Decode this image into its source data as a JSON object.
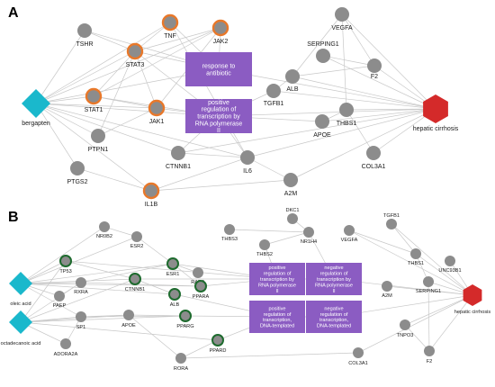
{
  "panels": [
    {
      "id": "A",
      "label": "A",
      "nodes": [
        {
          "id": "bergapten",
          "label": "bergapten",
          "type": "compound"
        },
        {
          "id": "hepatic_cirrhosis",
          "label": "hepatic cirrhosis",
          "type": "disease"
        },
        {
          "id": "TSHR",
          "label": "TSHR",
          "type": "gene"
        },
        {
          "id": "TNF",
          "label": "TNF",
          "type": "hub"
        },
        {
          "id": "JAK2",
          "label": "JAK2",
          "type": "hub"
        },
        {
          "id": "VEGFA",
          "label": "VEGFA",
          "type": "gene"
        },
        {
          "id": "STAT3",
          "label": "STAT3",
          "type": "hub"
        },
        {
          "id": "SERPING1",
          "label": "SERPING1",
          "type": "gene"
        },
        {
          "id": "F2",
          "label": "F2",
          "type": "gene"
        },
        {
          "id": "ALB",
          "label": "ALB",
          "type": "gene"
        },
        {
          "id": "STAT1",
          "label": "STAT1",
          "type": "hub"
        },
        {
          "id": "JAK1",
          "label": "JAK1",
          "type": "hub"
        },
        {
          "id": "TGFB1",
          "label": "TGFB1",
          "type": "gene"
        },
        {
          "id": "THBS1",
          "label": "THBS1",
          "type": "gene"
        },
        {
          "id": "APOE",
          "label": "APOE",
          "type": "gene"
        },
        {
          "id": "PTPN1",
          "label": "PTPN1",
          "type": "gene"
        },
        {
          "id": "CTNNB1",
          "label": "CTNNB1",
          "type": "gene"
        },
        {
          "id": "IL6",
          "label": "IL6",
          "type": "gene"
        },
        {
          "id": "COL3A1",
          "label": "COL3A1",
          "type": "gene"
        },
        {
          "id": "PTGS2",
          "label": "PTGS2",
          "type": "gene"
        },
        {
          "id": "IL1B",
          "label": "IL1B",
          "type": "hub"
        },
        {
          "id": "A2M",
          "label": "A2M",
          "type": "gene"
        }
      ],
      "terms": [
        {
          "id": "A_t1",
          "lines": [
            "response to",
            "antibiotic"
          ]
        },
        {
          "id": "A_t2",
          "lines": [
            "positive",
            "regulation of",
            "transcription by",
            "RNA polymerase",
            "II"
          ]
        }
      ]
    },
    {
      "id": "B",
      "label": "B",
      "nodes": [
        {
          "id": "oleic_acid",
          "label": "oleic acid",
          "type": "compound"
        },
        {
          "id": "octadecanoic_acid",
          "label": "octadecanoic acid",
          "type": "compound"
        },
        {
          "id": "hepatic_cirrhosis_b",
          "label": "hepatic cirrhosis",
          "type": "disease"
        },
        {
          "id": "NR0B2",
          "label": "NR0B2",
          "type": "gene"
        },
        {
          "id": "ESR2",
          "label": "ESR2",
          "type": "gene"
        },
        {
          "id": "THBS3",
          "label": "THBS3",
          "type": "gene"
        },
        {
          "id": "DKC1",
          "label": "DKC1",
          "type": "gene"
        },
        {
          "id": "THBS2",
          "label": "THBS2",
          "type": "gene"
        },
        {
          "id": "NR1H4",
          "label": "NR1H4",
          "type": "gene"
        },
        {
          "id": "VEGFA_b",
          "label": "VEGFA",
          "type": "gene"
        },
        {
          "id": "TGFB1_b",
          "label": "TGFB1",
          "type": "gene"
        },
        {
          "id": "TP53",
          "label": "TP53",
          "type": "hub"
        },
        {
          "id": "ESR1",
          "label": "ESR1",
          "type": "hub"
        },
        {
          "id": "RARA",
          "label": "RARA",
          "type": "gene"
        },
        {
          "id": "THBS1_b",
          "label": "THBS1",
          "type": "gene"
        },
        {
          "id": "UNC93B1",
          "label": "UNC93B1",
          "type": "gene"
        },
        {
          "id": "RXRA",
          "label": "RXRA",
          "type": "gene"
        },
        {
          "id": "CTNNB1_b",
          "label": "CTNNB1",
          "type": "hub"
        },
        {
          "id": "PPARA",
          "label": "PPARA",
          "type": "hub"
        },
        {
          "id": "PAEP",
          "label": "PAEP",
          "type": "gene"
        },
        {
          "id": "ALB_b",
          "label": "ALB",
          "type": "hub"
        },
        {
          "id": "A2M_b",
          "label": "A2M",
          "type": "gene"
        },
        {
          "id": "SERPING1_b",
          "label": "SERPING1",
          "type": "gene"
        },
        {
          "id": "SP1",
          "label": "SP1",
          "type": "gene"
        },
        {
          "id": "APOE_b",
          "label": "APOE",
          "type": "gene"
        },
        {
          "id": "PPARG",
          "label": "PPARG",
          "type": "hub"
        },
        {
          "id": "PPARD",
          "label": "PPARD",
          "type": "hub"
        },
        {
          "id": "TNPO3",
          "label": "TNPO3",
          "type": "gene"
        },
        {
          "id": "ADORA2A",
          "label": "ADORA2A",
          "type": "gene"
        },
        {
          "id": "RORA",
          "label": "RORA",
          "type": "gene"
        },
        {
          "id": "COL3A1_b",
          "label": "COL3A1",
          "type": "gene"
        },
        {
          "id": "F2_b",
          "label": "F2",
          "type": "gene"
        }
      ],
      "terms": [
        {
          "id": "B_t1",
          "lines": [
            "positive",
            "regulation of",
            "transcription by",
            "RNA polymerase",
            "II"
          ]
        },
        {
          "id": "B_t2",
          "lines": [
            "negative",
            "regulation of",
            "transcription by",
            "RNA polymerase",
            "II"
          ]
        },
        {
          "id": "B_t3",
          "lines": [
            "positive",
            "regulation of",
            "transcription,",
            "DNA-templated"
          ]
        },
        {
          "id": "B_t4",
          "lines": [
            "negative",
            "regulation of",
            "transcription,",
            "DNA-templated"
          ]
        }
      ]
    }
  ],
  "edges": [
    [
      "bergapten",
      "TSHR"
    ],
    [
      "bergapten",
      "TNF"
    ],
    [
      "bergapten",
      "STAT3"
    ],
    [
      "bergapten",
      "STAT1"
    ],
    [
      "bergapten",
      "JAK1"
    ],
    [
      "bergapten",
      "JAK2"
    ],
    [
      "bergapten",
      "PTPN1"
    ],
    [
      "bergapten",
      "PTGS2"
    ],
    [
      "bergapten",
      "IL1B"
    ],
    [
      "bergapten",
      "CTNNB1"
    ],
    [
      "bergapten",
      "A_t1"
    ],
    [
      "bergapten",
      "A_t2"
    ],
    [
      "bergapten",
      "IL6"
    ],
    [
      "hepatic_cirrhosis",
      "VEGFA"
    ],
    [
      "hepatic_cirrhosis",
      "SERPING1"
    ],
    [
      "hepatic_cirrhosis",
      "F2"
    ],
    [
      "hepatic_cirrhosis",
      "ALB"
    ],
    [
      "hepatic_cirrhosis",
      "TGFB1"
    ],
    [
      "hepatic_cirrhosis",
      "THBS1"
    ],
    [
      "hepatic_cirrhosis",
      "APOE"
    ],
    [
      "hepatic_cirrhosis",
      "COL3A1"
    ],
    [
      "hepatic_cirrhosis",
      "A2M"
    ],
    [
      "hepatic_cirrhosis",
      "IL6"
    ],
    [
      "hepatic_cirrhosis",
      "CTNNB1"
    ],
    [
      "hepatic_cirrhosis",
      "A_t2"
    ],
    [
      "hepatic_cirrhosis",
      "A_t1"
    ],
    [
      "TNF",
      "A_t1"
    ],
    [
      "JAK2",
      "A_t1"
    ],
    [
      "STAT3",
      "A_t1"
    ],
    [
      "STAT3",
      "A_t2"
    ],
    [
      "STAT1",
      "A_t2"
    ],
    [
      "JAK1",
      "A_t2"
    ],
    [
      "TNF",
      "STAT3"
    ],
    [
      "JAK2",
      "STAT3"
    ],
    [
      "STAT3",
      "STAT1"
    ],
    [
      "STAT3",
      "JAK1"
    ],
    [
      "STAT1",
      "JAK1"
    ],
    [
      "JAK2",
      "JAK1"
    ],
    [
      "TSHR",
      "STAT3"
    ],
    [
      "PTPN1",
      "STAT3"
    ],
    [
      "PTPN1",
      "JAK1"
    ],
    [
      "CTNNB1",
      "A_t2"
    ],
    [
      "IL6",
      "A_t2"
    ],
    [
      "IL1B",
      "IL6"
    ],
    [
      "VEGFA",
      "ALB"
    ],
    [
      "VEGFA",
      "F2"
    ],
    [
      "VEGFA",
      "THBS1"
    ],
    [
      "SERPING1",
      "F2"
    ],
    [
      "ALB",
      "TGFB1"
    ],
    [
      "ALB",
      "F2"
    ],
    [
      "TGFB1",
      "A_t2"
    ],
    [
      "APOE",
      "A_t2"
    ],
    [
      "APOE",
      "THBS1"
    ],
    [
      "THBS1",
      "COL3A1"
    ],
    [
      "A2M",
      "IL6"
    ],
    [
      "IL1B",
      "A2M"
    ],
    [
      "CTNNB1",
      "IL6"
    ],
    [
      "TNF",
      "IL6"
    ],
    [
      "JAK2",
      "STAT1"
    ],
    [
      "PTGS2",
      "IL1B"
    ],
    [
      "TSHR",
      "A_t1"
    ],
    [
      "oleic_acid",
      "NR0B2"
    ],
    [
      "oleic_acid",
      "TP53"
    ],
    [
      "oleic_acid",
      "RXRA"
    ],
    [
      "oleic_acid",
      "PAEP"
    ],
    [
      "oleic_acid",
      "ESR2"
    ],
    [
      "oleic_acid",
      "CTNNB1_b"
    ],
    [
      "oleic_acid",
      "ESR1"
    ],
    [
      "oleic_acid",
      "SP1"
    ],
    [
      "oleic_acid",
      "ALB_b"
    ],
    [
      "oleic_acid",
      "PPARA"
    ],
    [
      "octadecanoic_acid",
      "SP1"
    ],
    [
      "octadecanoic_acid",
      "ADORA2A"
    ],
    [
      "octadecanoic_acid",
      "APOE_b"
    ],
    [
      "octadecanoic_acid",
      "RXRA"
    ],
    [
      "octadecanoic_acid",
      "PPARG"
    ],
    [
      "octadecanoic_acid",
      "PPARD"
    ],
    [
      "octadecanoic_acid",
      "CTNNB1_b"
    ],
    [
      "octadecanoic_acid",
      "TP53"
    ],
    [
      "hepatic_cirrhosis_b",
      "UNC93B1"
    ],
    [
      "hepatic_cirrhosis_b",
      "THBS1_b"
    ],
    [
      "hepatic_cirrhosis_b",
      "SERPING1_b"
    ],
    [
      "hepatic_cirrhosis_b",
      "TNPO3"
    ],
    [
      "hepatic_cirrhosis_b",
      "F2_b"
    ],
    [
      "hepatic_cirrhosis_b",
      "TGFB1_b"
    ],
    [
      "hepatic_cirrhosis_b",
      "B_t2"
    ],
    [
      "hepatic_cirrhosis_b",
      "B_t4"
    ],
    [
      "hepatic_cirrhosis_b",
      "A2M_b"
    ],
    [
      "hepatic_cirrhosis_b",
      "VEGFA_b"
    ],
    [
      "hepatic_cirrhosis_b",
      "COL3A1_b"
    ],
    [
      "TP53",
      "B_t1"
    ],
    [
      "ESR1",
      "B_t1"
    ],
    [
      "CTNNB1_b",
      "B_t1"
    ],
    [
      "PPARA",
      "B_t1"
    ],
    [
      "ALB_b",
      "B_t3"
    ],
    [
      "PPARG",
      "B_t3"
    ],
    [
      "PPARD",
      "B_t3"
    ],
    [
      "B_t1",
      "B_t2"
    ],
    [
      "B_t3",
      "B_t4"
    ],
    [
      "RXRA",
      "ESR1"
    ],
    [
      "ESR2",
      "NR0B2"
    ],
    [
      "ESR2",
      "ESR1"
    ],
    [
      "RARA",
      "ESR1"
    ],
    [
      "THBS2",
      "NR1H4"
    ],
    [
      "THBS3",
      "NR1H4"
    ],
    [
      "DKC1",
      "NR1H4"
    ],
    [
      "VEGFA_b",
      "THBS1_b"
    ],
    [
      "TGFB1_b",
      "THBS1_b"
    ],
    [
      "THBS1_b",
      "SERPING1_b"
    ],
    [
      "SERPING1_b",
      "F2_b"
    ],
    [
      "RORA",
      "PPARD"
    ],
    [
      "RORA",
      "APOE_b"
    ],
    [
      "RORA",
      "COL3A1_b"
    ],
    [
      "SP1",
      "APOE_b"
    ],
    [
      "NR1H4",
      "B_t2"
    ],
    [
      "THBS2",
      "B_t1"
    ],
    [
      "SP1",
      "PPARG"
    ],
    [
      "CTNNB1_b",
      "ALB_b"
    ],
    [
      "ESR1",
      "PPARA"
    ],
    [
      "TP53",
      "CTNNB1_b"
    ],
    [
      "RXRA",
      "PPARA"
    ],
    [
      "APOE_b",
      "PPARG"
    ],
    [
      "ADORA2A",
      "SP1"
    ],
    [
      "PAEP",
      "RXRA"
    ],
    [
      "TNPO3",
      "F2_b"
    ]
  ],
  "colors": {
    "compound": "#1ab8cc",
    "disease": "#d42a2a",
    "gene": "#8c8c8c",
    "hub_ring_A": "#e8782a",
    "hub_ring_B": "#1e6b2e",
    "term": "#8b5cc2",
    "edge": "#c8c8c8"
  }
}
